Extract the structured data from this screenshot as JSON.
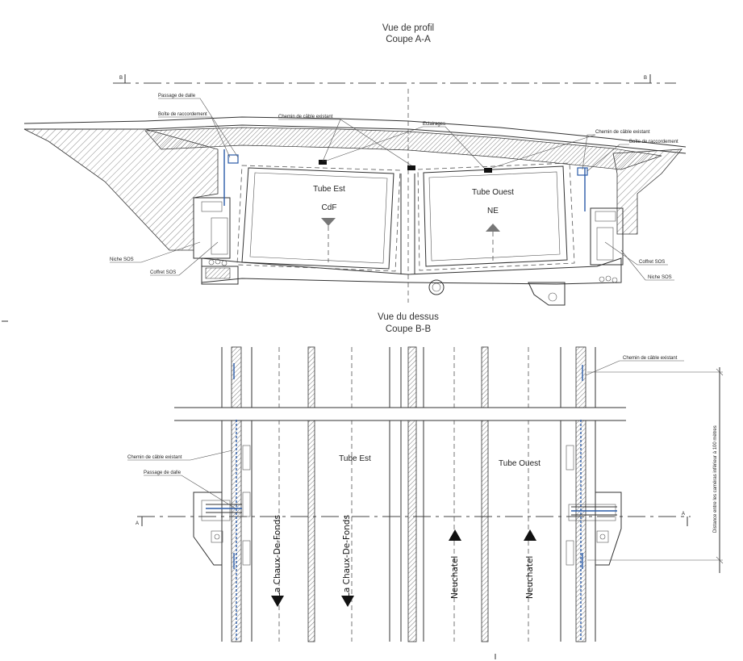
{
  "profile_view": {
    "title": "Vue de profil",
    "section": "Coupe A-A",
    "section_marker_left": "B",
    "section_marker_right": "B",
    "labels": {
      "passage_dalle": "Passage de dalle",
      "boite_raccordement_left": "Boîte de raccordement",
      "chemin_cable_left": "Chemin de câble existant",
      "eclairages": "Eclairages",
      "chemin_cable_right": "Chemin de câble existant",
      "boite_raccordement_right": "Boîte de raccordement",
      "niche_sos_left": "Niche SOS",
      "coffret_sos_left": "Coffret SOS",
      "coffret_sos_right": "Coffret SOS",
      "niche_sos_right": "Niche SOS"
    },
    "tubes": [
      {
        "name": "Tube Est",
        "direction": "CdF"
      },
      {
        "name": "Tube Ouest",
        "direction": "NE"
      }
    ]
  },
  "top_view": {
    "title": "Vue du dessus",
    "section": "Coupe B-B",
    "section_marker_left": "A",
    "section_marker_right": "A",
    "labels": {
      "chemin_cable_top_right": "Chemin de câble existant",
      "chemin_cable_left": "Chemin de câble existant",
      "passage_dalle": "Passage de dalle",
      "distance_note": "Distance entre les caméras inférieur à 100 mètres"
    },
    "tube_est": "Tube Est",
    "tube_ouest": "Tube Ouest",
    "lanes": [
      {
        "destination": "La Chaux-De-Fonds",
        "arrow": "down"
      },
      {
        "destination": "La Chaux-De-Fonds",
        "arrow": "down"
      },
      {
        "destination": "Neuchatel",
        "arrow": "up"
      },
      {
        "destination": "Neuchatel",
        "arrow": "up"
      }
    ]
  },
  "colors": {
    "line": "#333333",
    "cable_blue": "#2a5ba8",
    "arrow_gray": "#777777"
  }
}
